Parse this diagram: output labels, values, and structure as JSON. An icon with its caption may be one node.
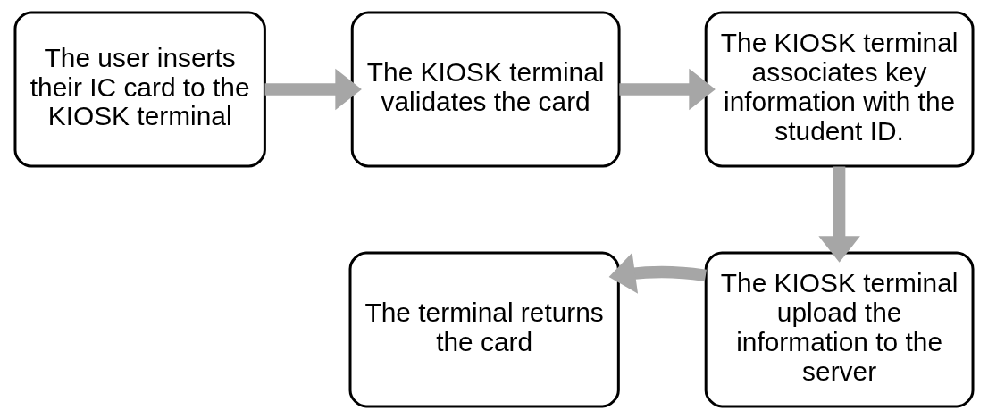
{
  "diagram": {
    "nodes": [
      {
        "text": [
          "The user inserts their IC card to the KIOSK terminal"
        ]
      },
      {
        "text": [
          "The KIOSK terminal validates the card"
        ]
      },
      {
        "text": [
          "The KIOSK terminal associates key information with the student ID."
        ]
      },
      {
        "text": [
          "The KIOSK terminal upload the information to the server"
        ]
      },
      {
        "text": [
          "The terminal returns the card"
        ]
      }
    ],
    "edges": [
      {
        "from": 0,
        "to": 1,
        "arrow": "to"
      },
      {
        "from": 1,
        "to": 2,
        "arrow": "to"
      },
      {
        "from": 2,
        "to": 3,
        "arrow": "to"
      },
      {
        "from": 3,
        "to": 4,
        "arrow": "to"
      }
    ]
  }
}
